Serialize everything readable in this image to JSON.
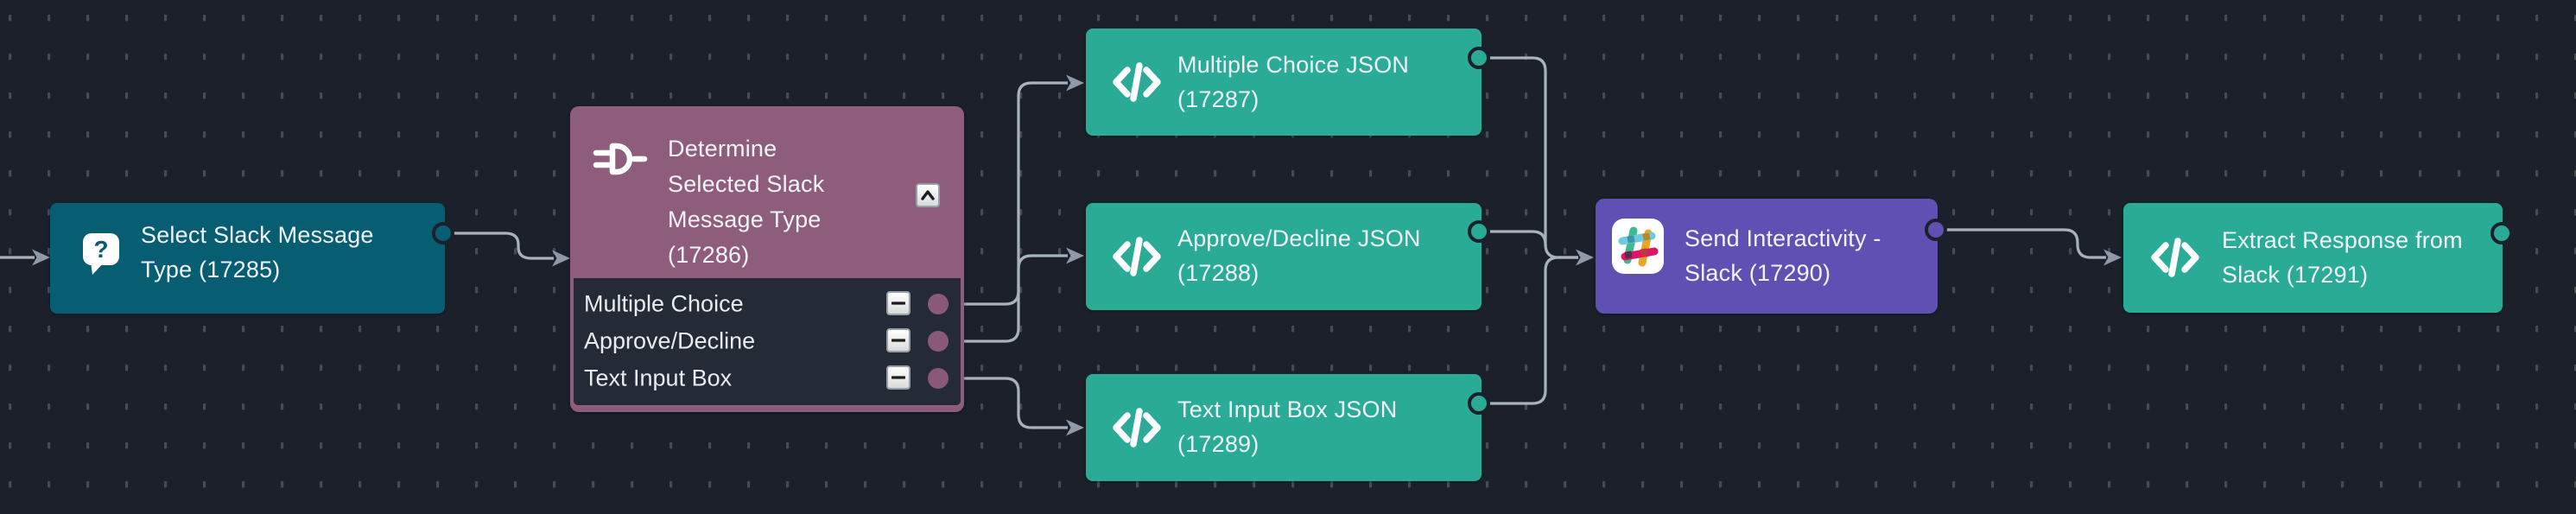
{
  "app": {
    "view": "workflow-story-canvas",
    "canvas_background": "#1b202b",
    "grid_dot_color": "#54565c",
    "edge_color": "#a8b2be",
    "arrow_color": "#8f99a7"
  },
  "nodes": [
    {
      "id": "17285",
      "icon": "question-bubble-icon",
      "color": "#075d72",
      "lines": [
        "Select Slack Message",
        "Type (17285)"
      ]
    },
    {
      "id": "17286",
      "icon": "trigger-plug-icon",
      "color": "#8f5d7c",
      "lines": [
        "Determine",
        "Selected Slack",
        "Message Type",
        "(17286)"
      ],
      "controls": {
        "collapse_icon": "chevron-up-icon",
        "remove_icon": "minus-icon"
      },
      "rows": [
        {
          "label": "Multiple Choice"
        },
        {
          "label": "Approve/Decline"
        },
        {
          "label": "Text Input Box"
        }
      ]
    },
    {
      "id": "17287",
      "icon": "code-icon",
      "color": "#2aab96",
      "lines": [
        "Multiple Choice JSON",
        "(17287)"
      ]
    },
    {
      "id": "17288",
      "icon": "code-icon",
      "color": "#2aab96",
      "lines": [
        "Approve/Decline JSON",
        "(17288)"
      ]
    },
    {
      "id": "17289",
      "icon": "code-icon",
      "color": "#2aab96",
      "lines": [
        "Text Input Box JSON",
        "(17289)"
      ]
    },
    {
      "id": "17290",
      "icon": "slack-icon",
      "color": "#6150b4",
      "lines": [
        "Send Interactivity -",
        "Slack (17290)"
      ],
      "slack_logo_colors": {
        "blue": "#6ecadc",
        "green": "#3eb991",
        "yellow": "#e8a723",
        "pink": "#e01563"
      }
    },
    {
      "id": "17291",
      "icon": "code-icon",
      "color": "#2aab96",
      "lines": [
        "Extract Response from",
        "Slack (17291)"
      ]
    }
  ],
  "connections": [
    {
      "from": "offscreen-left",
      "to": "17285"
    },
    {
      "from": "17285",
      "to": "17286"
    },
    {
      "from": "17286",
      "branch": "Multiple Choice",
      "to": "17287"
    },
    {
      "from": "17286",
      "branch": "Approve/Decline",
      "to": "17288"
    },
    {
      "from": "17286",
      "branch": "Text Input Box",
      "to": "17289"
    },
    {
      "from": "17287",
      "to": "17290"
    },
    {
      "from": "17288",
      "to": "17290"
    },
    {
      "from": "17289",
      "to": "17290"
    },
    {
      "from": "17290",
      "to": "17291"
    }
  ]
}
